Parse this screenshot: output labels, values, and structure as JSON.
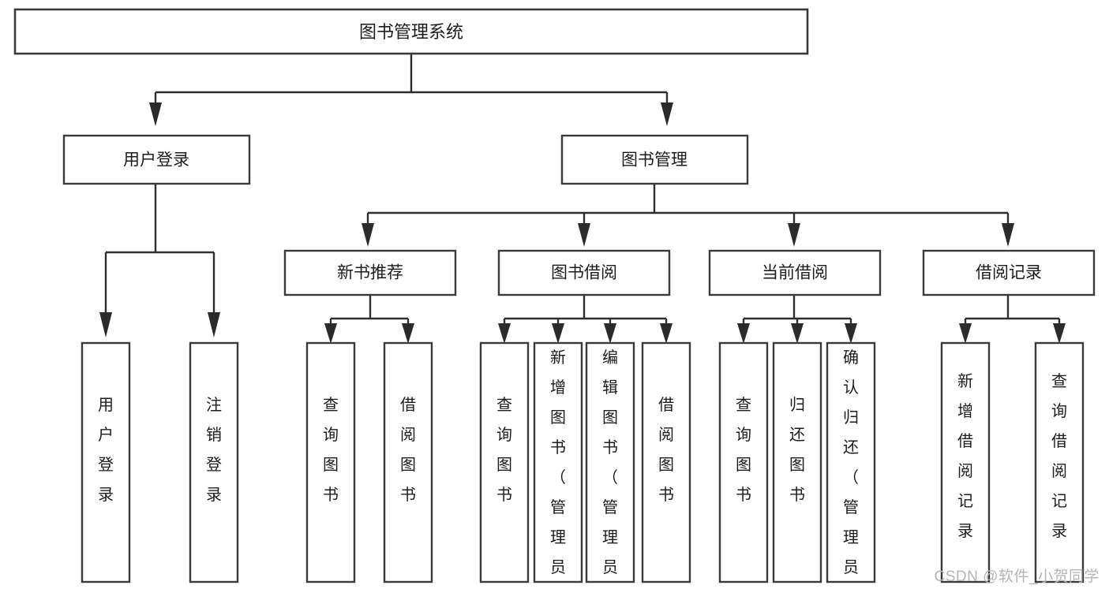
{
  "diagram": {
    "title": "图书管理系统",
    "type": "hierarchy-tree",
    "root": {
      "label": "图书管理系统"
    },
    "level2": [
      {
        "label": "用户登录"
      },
      {
        "label": "图书管理"
      }
    ],
    "level3": [
      {
        "label": "新书推荐"
      },
      {
        "label": "图书借阅"
      },
      {
        "label": "当前借阅"
      },
      {
        "label": "借阅记录"
      }
    ],
    "leaves": {
      "user_login": [
        {
          "label": "用户登录"
        },
        {
          "label": "注销登录"
        }
      ],
      "new_book_recommend": [
        {
          "label": "查询图书"
        },
        {
          "label": "借阅图书"
        }
      ],
      "book_borrow": [
        {
          "label": "查询图书"
        },
        {
          "label": "新增图书（管理员）"
        },
        {
          "label": "编辑图书（管理员）"
        },
        {
          "label": "借阅图书"
        }
      ],
      "current_borrow": [
        {
          "label": "查询图书"
        },
        {
          "label": "归还图书"
        },
        {
          "label": "确认归还（管理员）"
        }
      ],
      "borrow_record": [
        {
          "label": "新增借阅记录"
        },
        {
          "label": "查询借阅记录"
        }
      ]
    }
  },
  "watermark": {
    "text": "CSDN @软件_小贺同学"
  },
  "colors": {
    "box_stroke": "#3a3a3a",
    "box_fill": "#ffffff",
    "connector": "#2e2e2e",
    "text": "#1c1c1c",
    "watermark": "#b4b4b4",
    "background": "#ffffff"
  }
}
